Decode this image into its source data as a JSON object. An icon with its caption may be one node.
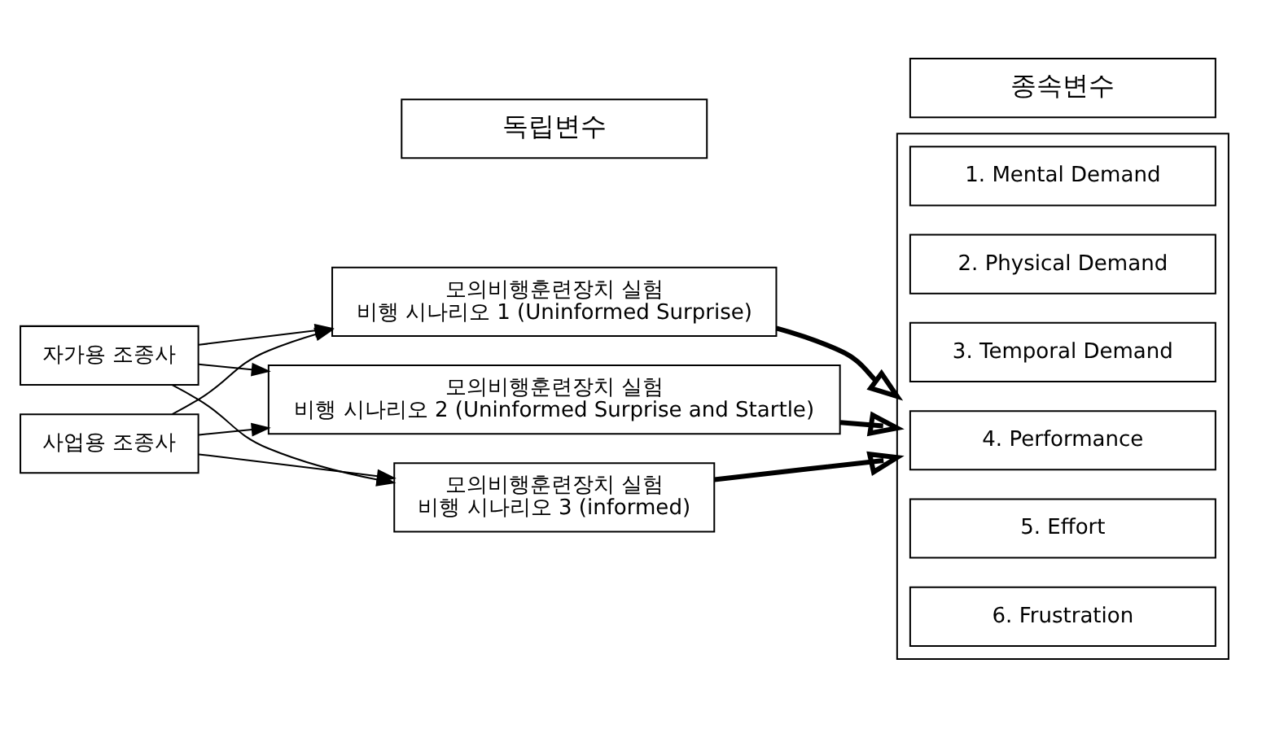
{
  "diagram": {
    "nodes": [
      {
        "text": [
          "독립변수"
        ]
      },
      {
        "text": [
          "종속변수"
        ]
      },
      {
        "text": [
          "자가용 조종사"
        ]
      },
      {
        "text": [
          "사업용 조종사"
        ]
      },
      {
        "text": [
          "모의비행훈련장치 실험",
          "비행 시나리오 1 (Uninformed Surprise)"
        ]
      },
      {
        "text": [
          "모의비행훈련장치 실험",
          "비행 시나리오 2 (Uninformed Surprise and Startle)"
        ]
      },
      {
        "text": [
          "모의비행훈련장치 실험",
          "비행 시나리오 3 (informed)"
        ]
      },
      {
        "text": [],
        "shape": "box"
      },
      {
        "text": [
          "1. Mental Demand"
        ],
        "in": 7
      },
      {
        "text": [
          "2. Physical Demand"
        ],
        "in": 7
      },
      {
        "text": [
          "3. Temporal Demand"
        ],
        "in": 7
      },
      {
        "text": [
          "4. Performance"
        ],
        "in": 7
      },
      {
        "text": [
          "5. Effort"
        ],
        "in": 7
      },
      {
        "text": [
          "6. Frustration"
        ],
        "in": 7
      }
    ],
    "edges": [
      {
        "from": 2,
        "to": 4,
        "arrow": "to"
      },
      {
        "from": 2,
        "to": 5,
        "arrow": "to"
      },
      {
        "from": 2,
        "to": 6,
        "arrow": "to"
      },
      {
        "from": 3,
        "to": 4,
        "arrow": "to"
      },
      {
        "from": 3,
        "to": 5,
        "arrow": "to"
      },
      {
        "from": 3,
        "to": 6,
        "arrow": "to"
      },
      {
        "from": 4,
        "to": 7,
        "arrow": "to",
        "style": "thick"
      },
      {
        "from": 5,
        "to": 7,
        "arrow": "to",
        "style": "thick"
      },
      {
        "from": 6,
        "to": 7,
        "arrow": "to",
        "style": "thick"
      }
    ]
  }
}
